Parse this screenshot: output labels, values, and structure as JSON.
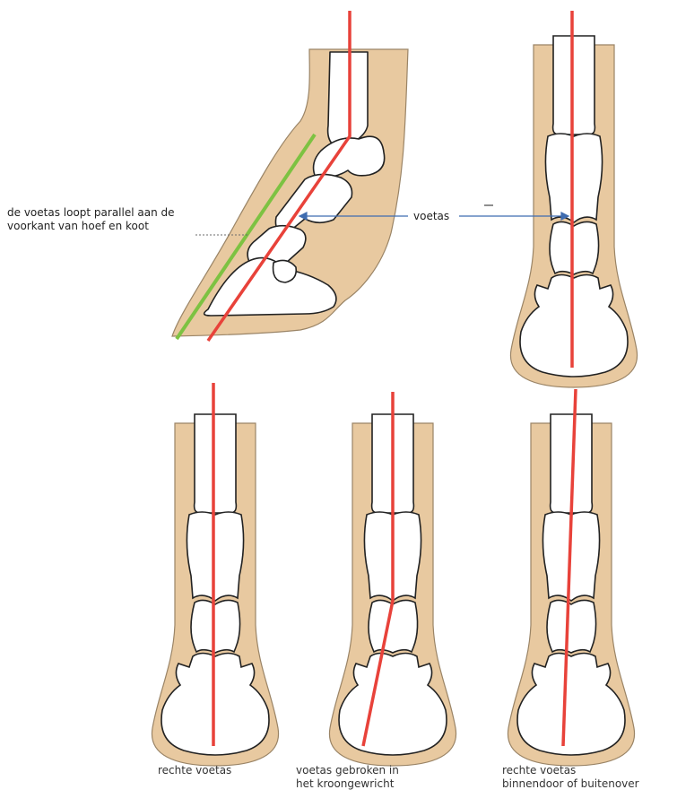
{
  "annotations": {
    "parallel_note_line1": "de voetas loopt parallel aan de",
    "parallel_note_line2": "voorkant van hoef en koot",
    "axis_label": "voetas"
  },
  "captions": {
    "straight": "rechte voetas",
    "broken_line1": "voetas gebroken in",
    "broken_line2": "het kroongewricht",
    "sideways_line1": "rechte voetas",
    "sideways_line2": "binnendoor of buitenover"
  },
  "colors": {
    "hoof": "#e8c9a0",
    "hoof_outline": "#9a8466",
    "bone": "#ffffff",
    "bone_outline": "#222222",
    "axis_red": "#e8423a",
    "parallel_green": "#7dc242",
    "arrow_blue": "#3f6cb0"
  }
}
